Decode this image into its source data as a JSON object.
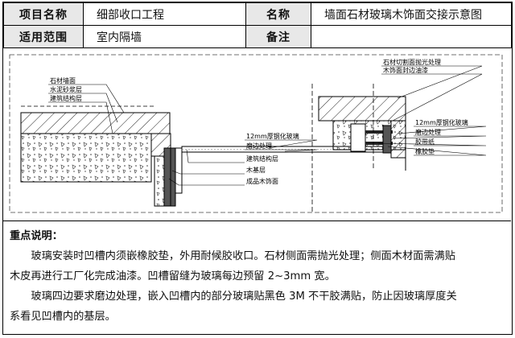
{
  "header": {
    "project_label": "项目名称",
    "project_value": "细部收口工程",
    "name_label": "名称",
    "name_value": "墙面石材玻璃木饰面交接示意图",
    "scope_label": "适用范围",
    "scope_value": "室内隔墙",
    "remark_label": "备注",
    "remark_value": ""
  },
  "drawing": {
    "left_labels": [
      "石材墙面",
      "水泥砂浆层",
      "建筑结构层"
    ],
    "glass_labels": [
      "12mm厚钢化玻璃",
      "磨边处理"
    ],
    "bottom_labels": [
      "建筑结构层",
      "木基层",
      "成品木饰面"
    ],
    "top_right_labels": [
      "石材切割面抛光处理",
      "木饰面封边油漆"
    ],
    "right_labels": [
      "12mm厚钢化玻璃",
      "磨边处理",
      "胶带纸",
      "橡胶垫"
    ]
  },
  "notes": {
    "title": "重点说明：",
    "paragraphs": [
      "玻璃安装时凹槽内须嵌橡胶垫，外用耐候胶收口。石材侧面需抛光处理；侧面木材面需满贴",
      "木皮再进行工厂化完成油漆。凹槽留缝为玻璃每边预留 2~3mm 宽。",
      "玻璃四边要求磨边处理，嵌入凹槽内的部分玻璃贴黑色 3M 不干胶满贴，防止因玻璃厚度关",
      "系看见凹槽内的基层。"
    ]
  }
}
